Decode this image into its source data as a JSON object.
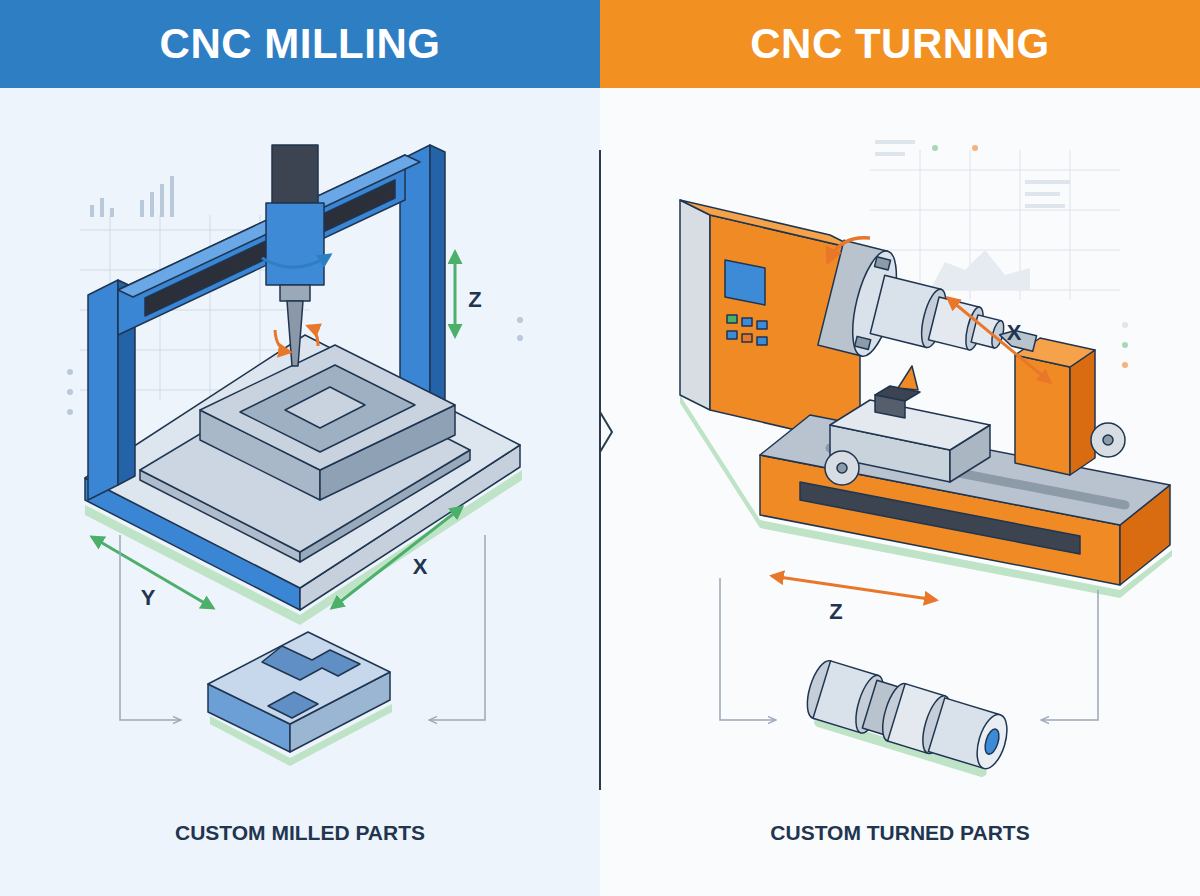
{
  "diagram": {
    "nodes": [
      {
        "text": [
          "CNC MILLING"
        ]
      },
      {
        "text": [
          "CNC TURNING"
        ]
      }
    ],
    "labels": [
      "Z",
      "Y",
      "X",
      "CUSTOM MILLED PARTS",
      "X",
      "Z",
      "CUSTOM TURNED PARTS"
    ]
  }
}
